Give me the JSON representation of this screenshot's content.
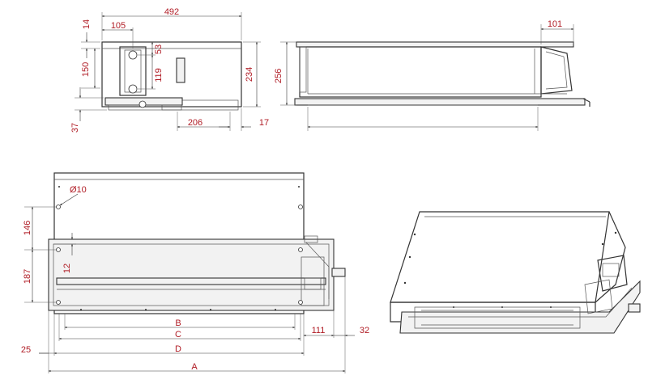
{
  "colors": {
    "dimension_text": "#b01c25",
    "line": "#333333",
    "background": "#ffffff"
  },
  "top_view": {
    "d492": "492",
    "d105": "105",
    "d14": "14",
    "d53": "53",
    "d150": "150",
    "d119": "119",
    "d234": "234",
    "d37": "37",
    "d206": "206",
    "d17": "17"
  },
  "side_view": {
    "d256": "256",
    "d101": "101"
  },
  "plan_view": {
    "d10": "Ø10",
    "d146": "146",
    "d187": "187",
    "d12": "12",
    "B": "B",
    "C": "C",
    "D": "D",
    "A": "A",
    "d111": "111",
    "d32": "32",
    "d25": "25"
  }
}
